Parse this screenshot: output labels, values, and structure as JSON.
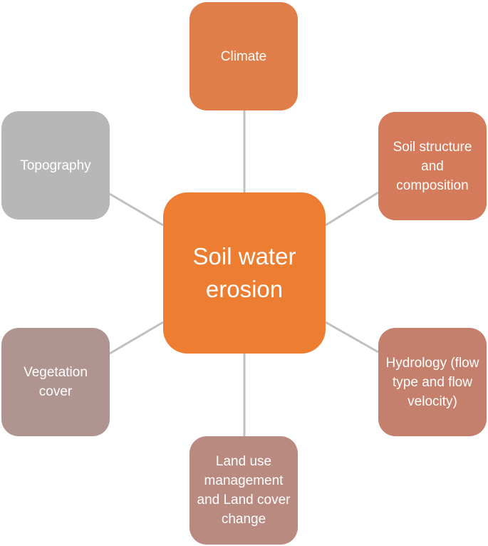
{
  "center": {
    "label": "Soil water erosion",
    "color": "#ed7d31"
  },
  "factors": {
    "climate": {
      "label": "Climate",
      "color": "#e07e4a"
    },
    "soil": {
      "label": "Soil structure and composition",
      "color": "#d37b5b"
    },
    "hydrology": {
      "label": "Hydrology (flow type and flow velocity)",
      "color": "#c4806c"
    },
    "land_use": {
      "label": "Land use management and Land cover change",
      "color": "#b98a7f"
    },
    "vegetation": {
      "label": "Vegetation cover",
      "color": "#b09490"
    },
    "topography": {
      "label": "Topography",
      "color": "#b7b7b7"
    }
  },
  "connector_color": "#c0c0c0"
}
